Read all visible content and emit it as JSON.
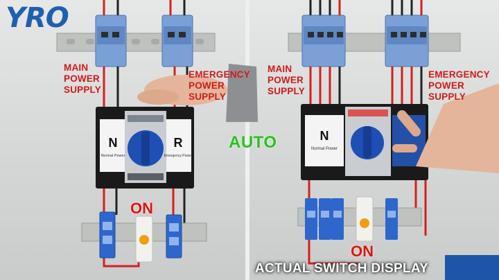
{
  "logo": {
    "text": "YRO",
    "color": "#1f5fb0"
  },
  "left_panel": {
    "main_label": "MAIN\nPOWER\nSUPPLY",
    "emergency_label": "EMERGENCY\nPOWER\nSUPPLY",
    "switch": {
      "n_letter": "N",
      "n_caption": "Normal Power",
      "r_letter": "R",
      "r_caption": "Emergency Power"
    },
    "on_label": "ON"
  },
  "right_panel": {
    "main_label": "MAIN\nPOWER\nSUPPLY",
    "emergency_label": "EMERGENCY\nPOWER\nSUPPLY",
    "switch": {
      "n_letter": "N",
      "n_caption": "Normal Power"
    },
    "on_label": "ON"
  },
  "mode_label": "AUTO",
  "caption": "ACTUAL SWITCH DISPLAY",
  "colors": {
    "label_red": "#d21a1a",
    "auto_green": "#26c21d",
    "breaker_blue": "#7aa0d6",
    "handle_blue": "#1e4fb5",
    "rail_metal": "#bfc2bf",
    "wire_red": "#d32020",
    "indicator_orange": "#f29d10",
    "corner_blue": "#1f55a8"
  }
}
